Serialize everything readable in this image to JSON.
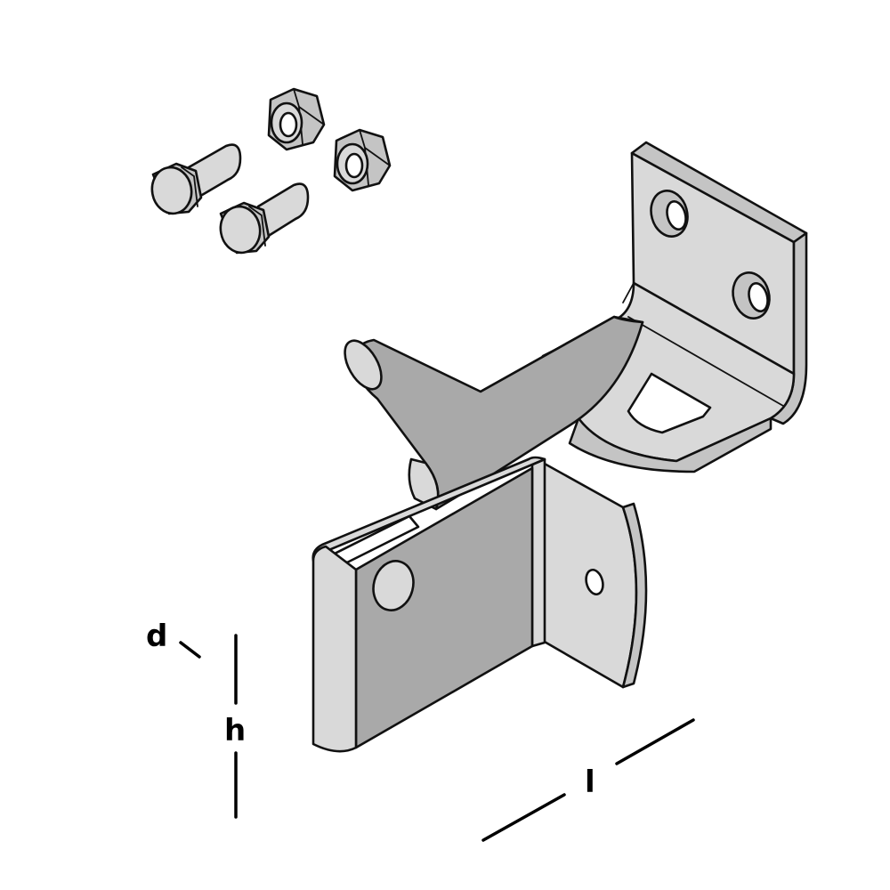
{
  "diagram": {
    "subject": "gate latch with mounting bracket, bolts and nuts",
    "colors": {
      "background": "#ffffff",
      "metal_light": "#d9d9d9",
      "metal_mid": "#c4c4c4",
      "metal_dark": "#a9a9a9",
      "outline": "#111111"
    },
    "parts": [
      {
        "name": "hex-bolt",
        "count": 2
      },
      {
        "name": "hex-nut",
        "count": 2
      },
      {
        "name": "angle-bracket-with-two-holes",
        "count": 1
      },
      {
        "name": "latch-arm",
        "count": 1
      },
      {
        "name": "gate-plate-with-hinge-loop",
        "count": 1
      }
    ],
    "dimensions": {
      "d": "d",
      "h": "h",
      "l": "l"
    }
  }
}
